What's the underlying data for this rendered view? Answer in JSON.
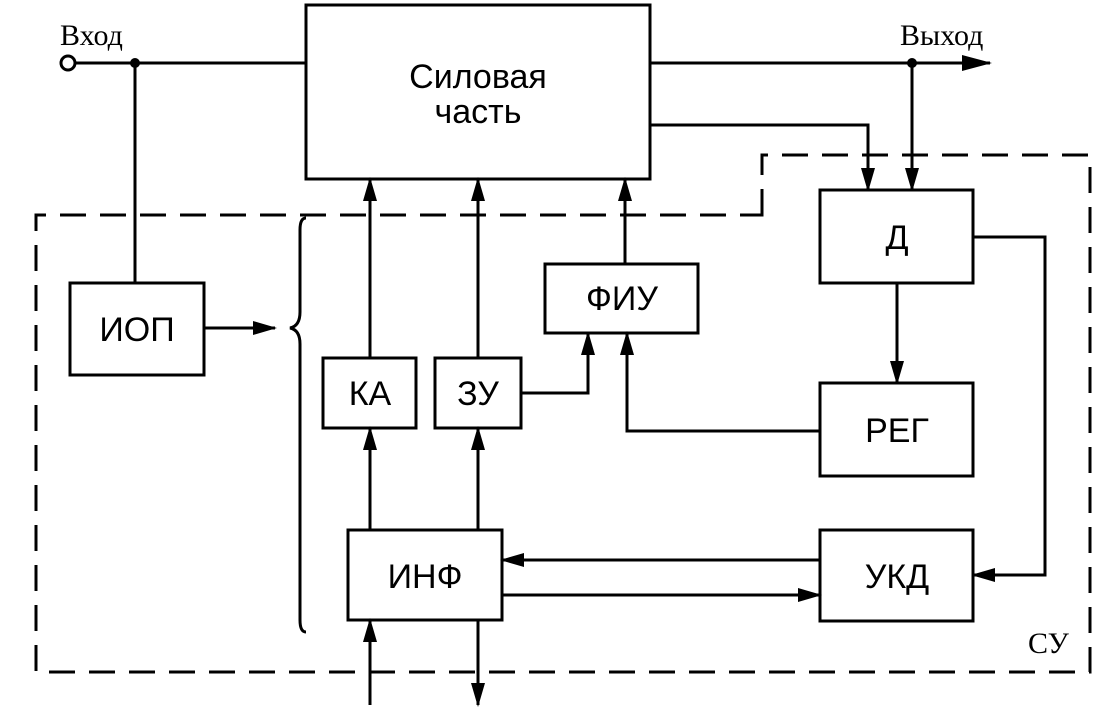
{
  "labels": {
    "input": "Вход",
    "output": "Выход",
    "power_line1": "Силовая",
    "power_line2": "часть",
    "iop": "ИОП",
    "ka": "КА",
    "zu": "ЗУ",
    "fiu": "ФИУ",
    "inf": "ИНФ",
    "d": "Д",
    "reg": "РЕГ",
    "ukd": "УКД",
    "su": "СУ"
  }
}
